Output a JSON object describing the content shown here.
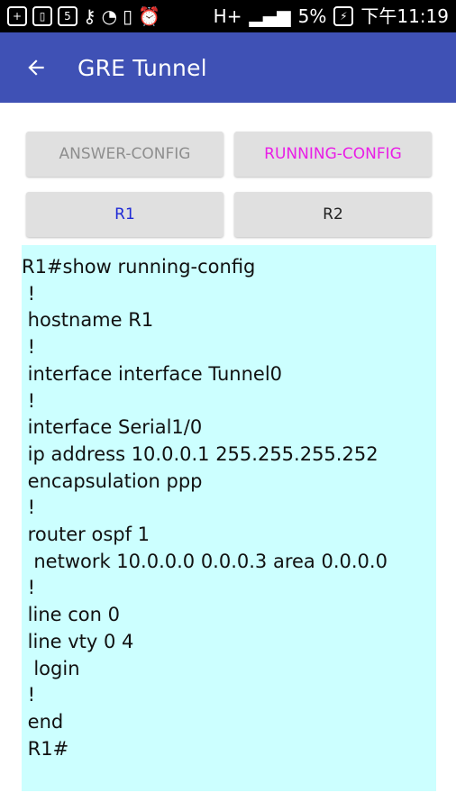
{
  "status_bar": {
    "battery_percent": "5%",
    "time": "下午11:19",
    "network": "H+",
    "icons": [
      "add-box-icon",
      "sim-icon",
      "notification-5-icon",
      "keyhole-icon",
      "wifi-icon",
      "vibrate-icon",
      "alarm-icon",
      "signal-icon",
      "battery-charging-icon"
    ]
  },
  "app_bar": {
    "title": "GRE Tunnel",
    "back_icon": "arrow-back-icon",
    "background": "#3f51b5"
  },
  "mode_buttons": {
    "answer_label": "ANSWER-CONFIG",
    "running_label": "RUNNING-CONFIG",
    "selected": "RUNNING-CONFIG"
  },
  "router_buttons": {
    "r1_label": "R1",
    "r2_label": "R2",
    "selected": "R1"
  },
  "config": {
    "background": "#ccffff",
    "text": "R1#show running-config\n !\n hostname R1\n !\n interface interface Tunnel0\n !\n interface Serial1/0\n ip address 10.0.0.1 255.255.255.252\n encapsulation ppp\n !\n router ospf 1\n  network 10.0.0.0 0.0.0.3 area 0.0.0.0\n !\n line con 0\n line vty 0 4\n  login\n !\n end\n R1#"
  },
  "colors": {
    "answer_text": "#8e8e8e",
    "running_text": "#e91ee6",
    "r1_text": "#1f2ad6",
    "r2_text": "#222222"
  }
}
